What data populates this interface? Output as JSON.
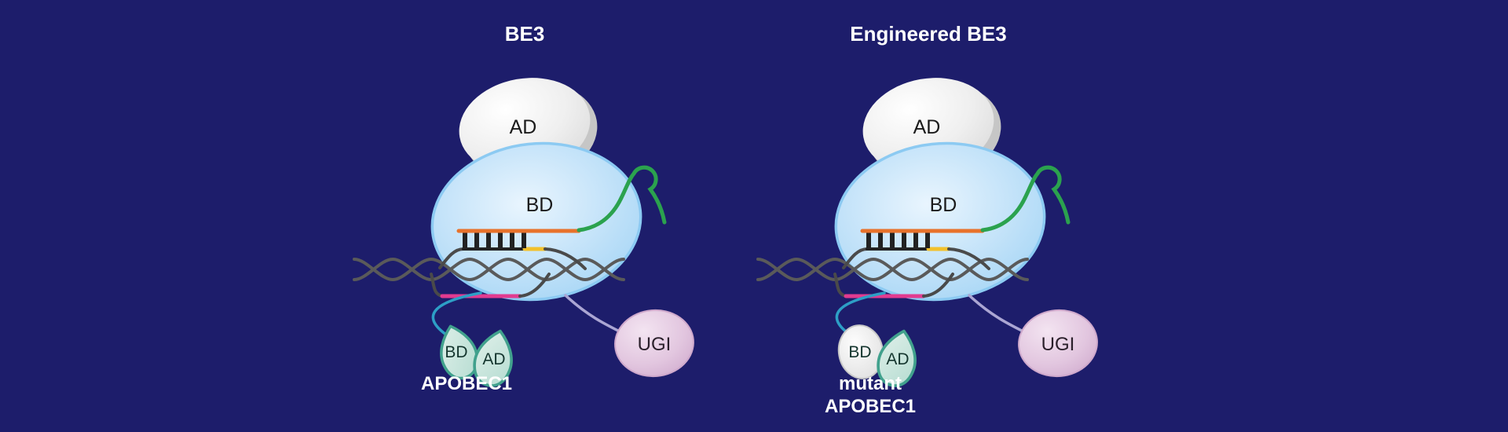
{
  "figure": {
    "background": "#1d1d6b",
    "diagrams": [
      {
        "title": "BE3",
        "cas9_bd_label": "BD",
        "ad_label": "AD",
        "apobec_bd_label": "BD",
        "apobec_ad_label": "AD",
        "apobec_name_line1": "APOBEC1",
        "apobec_name_line2": "",
        "ugi_label": "UGI"
      },
      {
        "title": "Engineered BE3",
        "cas9_bd_label": "BD",
        "ad_label": "AD",
        "apobec_bd_label": "BD",
        "apobec_ad_label": "AD",
        "apobec_name_line1": "mutant",
        "apobec_name_line2": "APOBEC1",
        "ugi_label": "UGI"
      }
    ],
    "colors": {
      "background": "#1d1d6b",
      "cas9_blob_fill": "#bfe0f8",
      "cas9_outline": "#8ccaf2",
      "ad_domain_fill": "#ededed",
      "sgrna_scaffold_green": "#2ba24e",
      "spacer_orange": "#e8722b",
      "displaced_strand_pink": "#e23b90",
      "pam_yellow": "#f2c12c",
      "dna_gray": "#5a5a5a",
      "base_pair_black": "#222222",
      "apobec_teal_outline": "#41a18d",
      "apobec_leaf_fill": "#cce4dd",
      "mutant_bd_fill": "#efefef",
      "ugi_fill": "#ddbeda",
      "apobec_linker_cyan": "#2d9fc6",
      "ugi_linker_lavender": "#aba6d3",
      "title_text": "#ffffff"
    }
  }
}
